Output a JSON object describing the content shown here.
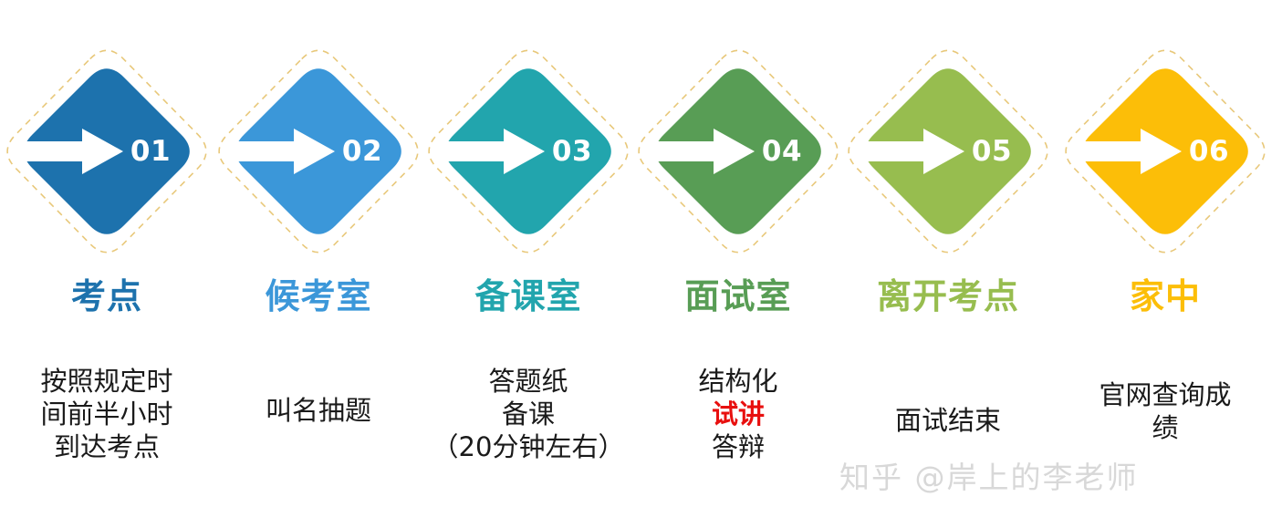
{
  "colors": {
    "background": "#ffffff",
    "dashed_outline": "#e8c87a",
    "arrow": "#ffffff",
    "highlight_text": "#e8100f",
    "body_text": "#1a1a1a",
    "watermark": "#d8d8d8"
  },
  "watermark": "知乎 @岸上的李老师",
  "diagram": {
    "type": "process-flow",
    "orientation": "horizontal",
    "step_count": 6,
    "steps": [
      {
        "number": "01",
        "title": "考点",
        "color": "#1d72ad",
        "desc_lines": [
          {
            "text": "按照规定时",
            "highlight": false
          },
          {
            "text": "间前半小时",
            "highlight": false
          },
          {
            "text": "到达考点",
            "highlight": false
          }
        ]
      },
      {
        "number": "02",
        "title": "候考室",
        "color": "#3b97d9",
        "desc_lines": [
          {
            "text": "叫名抽题",
            "highlight": false
          }
        ]
      },
      {
        "number": "03",
        "title": "备课室",
        "color": "#22a5ad",
        "desc_lines": [
          {
            "text": "答题纸",
            "highlight": false
          },
          {
            "text": "备课",
            "highlight": false
          },
          {
            "text": "（20分钟左右）",
            "highlight": false
          }
        ]
      },
      {
        "number": "04",
        "title": "面试室",
        "color": "#589d55",
        "desc_lines": [
          {
            "text": "结构化",
            "highlight": false
          },
          {
            "text": "试讲",
            "highlight": true
          },
          {
            "text": "答辩",
            "highlight": false
          }
        ]
      },
      {
        "number": "05",
        "title": "离开考点",
        "color": "#97bd4f",
        "desc_lines": [
          {
            "text": "面试结束",
            "highlight": false
          }
        ]
      },
      {
        "number": "06",
        "title": "家中",
        "color": "#fcbe08",
        "desc_lines": [
          {
            "text": "官网查询成",
            "highlight": false
          },
          {
            "text": "绩",
            "highlight": false
          }
        ]
      }
    ]
  }
}
